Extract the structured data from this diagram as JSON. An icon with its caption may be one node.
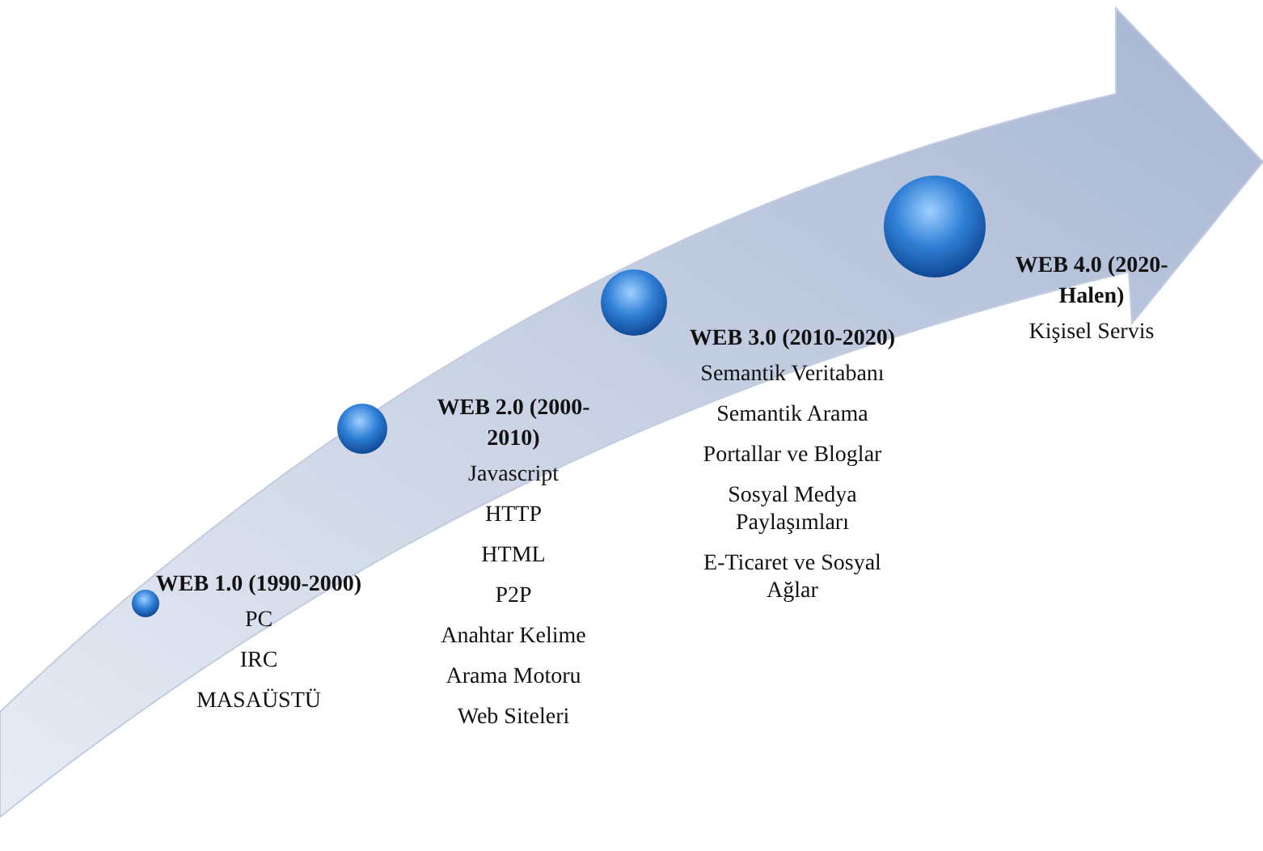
{
  "diagram": {
    "nodes": [
      {
        "text": [],
        "shape": "circle"
      },
      {
        "text": [
          "WEB 1.0 (1990-2000)",
          "PC",
          "IRC",
          "MASAÜSTÜ"
        ]
      },
      {
        "text": [],
        "shape": "circle"
      },
      {
        "text": [
          "WEB 2.0 (2000-2010)",
          "Javascript",
          "HTTP",
          "HTML",
          "P2P",
          "Anahtar Kelime",
          "Arama Motoru",
          "Web Siteleri"
        ]
      },
      {
        "text": [],
        "shape": "circle"
      },
      {
        "text": [
          "WEB 3.0 (2010-2020)",
          "Semantik Veritabanı",
          "Semantik Arama",
          "Portallar ve Bloglar",
          "Sosyal Medya Paylaşımları",
          "E-Ticaret ve Sosyal Ağlar"
        ]
      },
      {
        "text": [],
        "shape": "circle"
      },
      {
        "text": [
          "WEB 4.0 (2020-Halen)",
          "Kişisel Servis"
        ]
      }
    ],
    "edges": []
  }
}
